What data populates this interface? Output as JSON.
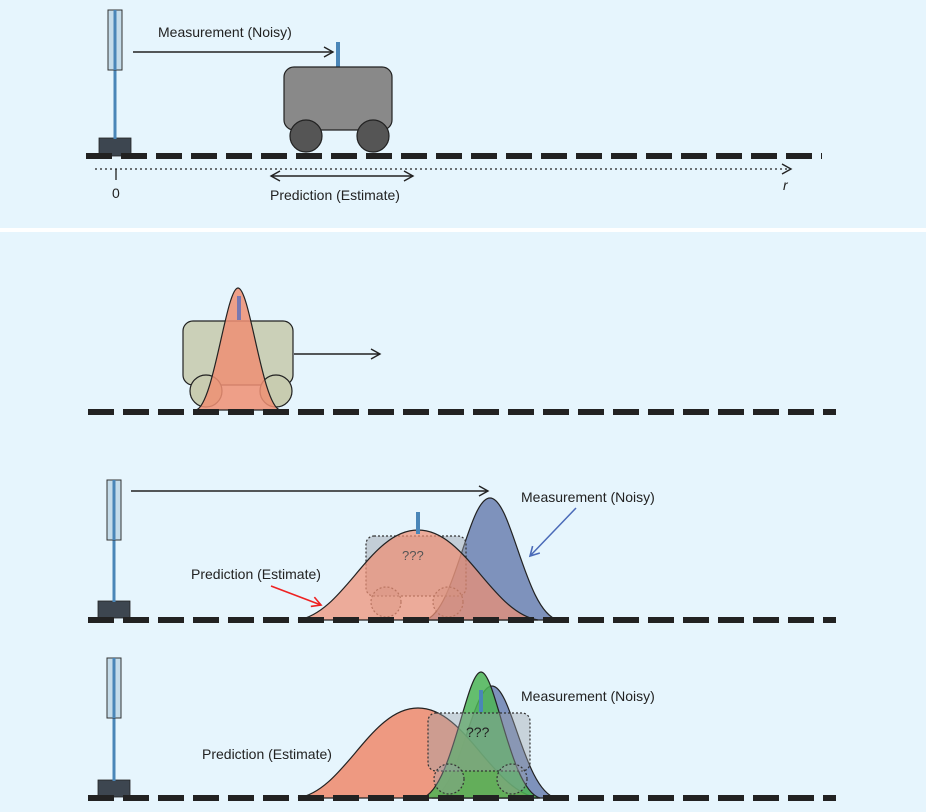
{
  "panel1": {
    "measurement_label": "Measurement (Noisy)",
    "prediction_label": "Prediction (Estimate)",
    "origin_label": "0",
    "axis_label": "r"
  },
  "panel3": {
    "measurement_label": "Measurement (Noisy)",
    "prediction_label": "Prediction (Estimate)",
    "unknown_label": "???"
  },
  "panel4": {
    "measurement_label": "Measurement (Noisy)",
    "prediction_label": "Prediction (Estimate)",
    "unknown_label": "???"
  },
  "colors": {
    "background": "#e6f5fd",
    "divider": "#ffffff",
    "prediction": "#ee8f73",
    "measurement": "#7287b5",
    "fused": "#55b85a",
    "antenna": "#4a86b8",
    "track": "#222222"
  }
}
